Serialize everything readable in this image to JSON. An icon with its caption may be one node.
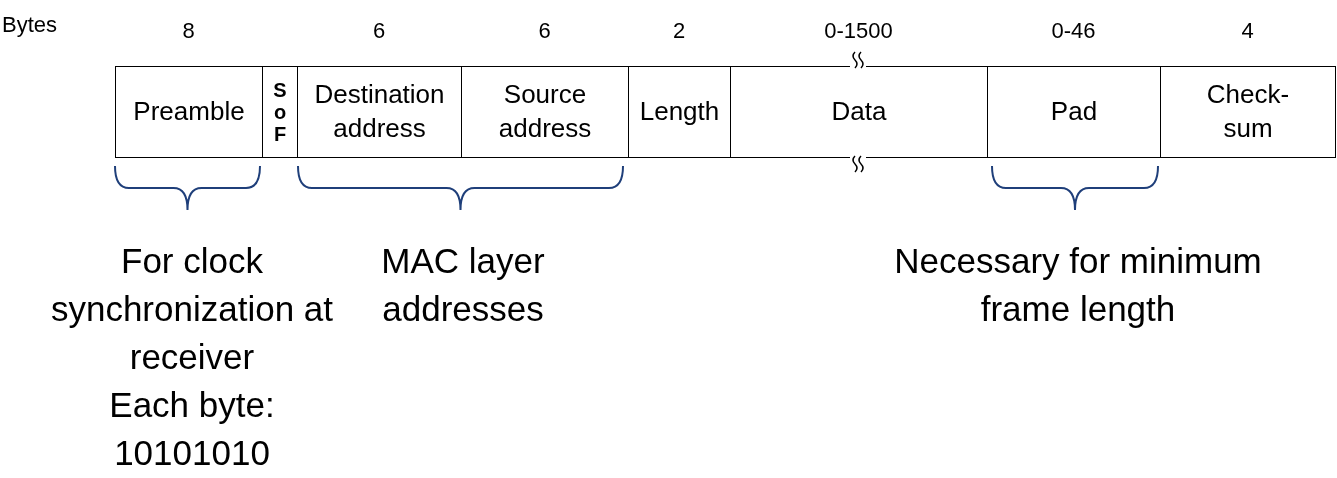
{
  "diagram": {
    "nodes": [
      {
        "text": [
          "Preamble"
        ],
        "beside": [
          "8"
        ]
      },
      {
        "text": [
          "SoF"
        ]
      },
      {
        "text": [
          "Destination address"
        ],
        "beside": [
          "6"
        ]
      },
      {
        "text": [
          "Source address"
        ],
        "beside": [
          "6"
        ]
      },
      {
        "text": [
          "Length"
        ],
        "beside": [
          "2"
        ]
      },
      {
        "text": [
          "Data"
        ],
        "beside": [
          "0-1500"
        ]
      },
      {
        "text": [
          "Pad"
        ],
        "beside": [
          "0-46"
        ]
      },
      {
        "text": [
          "Check- sum"
        ],
        "beside": [
          "4"
        ]
      }
    ],
    "edges": [],
    "labels": [
      "Bytes",
      "For clock synchronization at receiver",
      "Each byte: 10101010",
      "MAC layer addresses",
      "Necessary for minimum frame length"
    ]
  }
}
